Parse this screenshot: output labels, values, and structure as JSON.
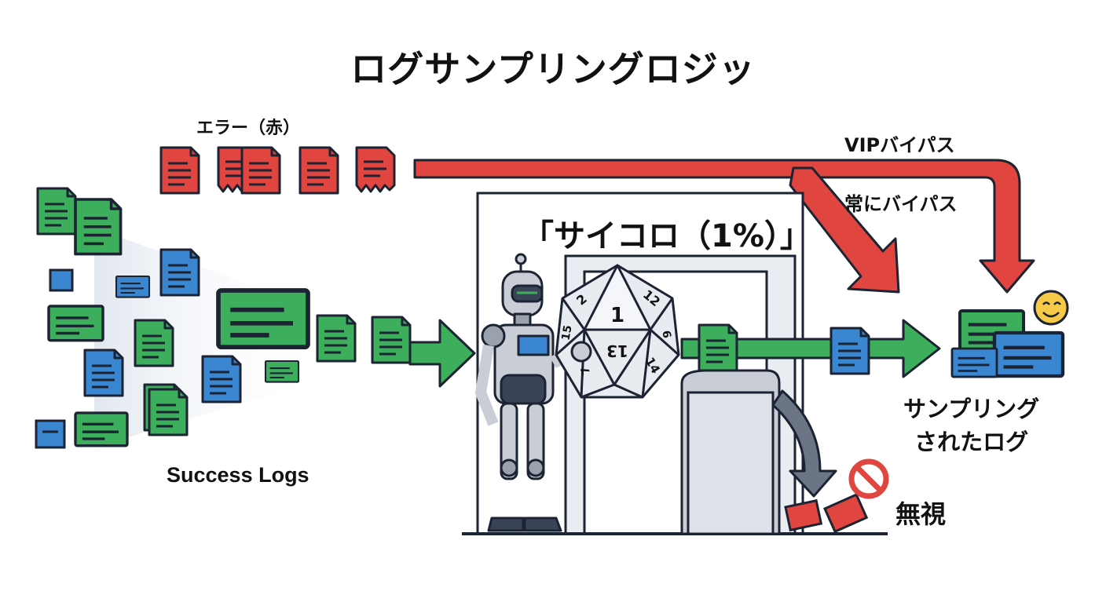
{
  "title": "ログサンプリングロジッ",
  "labels": {
    "errors": "エラー（赤）",
    "vip_bypass": "VIPバイパス",
    "always_bypass": "常にバイパス",
    "dice": "「サイコロ（1%）」",
    "success_logs": "Success Logs",
    "sampled_line1": "サンプリング",
    "sampled_line2": "されたログ",
    "ignore": "無視"
  },
  "die_faces": [
    "1",
    "2",
    "12",
    "13",
    "14",
    "15",
    "6",
    "7"
  ],
  "colors": {
    "error": "#e0453f",
    "success": "#3dae5c",
    "info": "#3b86d0",
    "arrow_red": "#e0453f",
    "arrow_green": "#3dae5c",
    "outline": "#1c2333",
    "robot": "#c9ced6",
    "smiley": "#f7c948"
  },
  "icons": [
    "robot-icon",
    "d20-die-icon",
    "smiley-icon",
    "prohibited-icon",
    "trash-chute-icon",
    "document-icon"
  ]
}
